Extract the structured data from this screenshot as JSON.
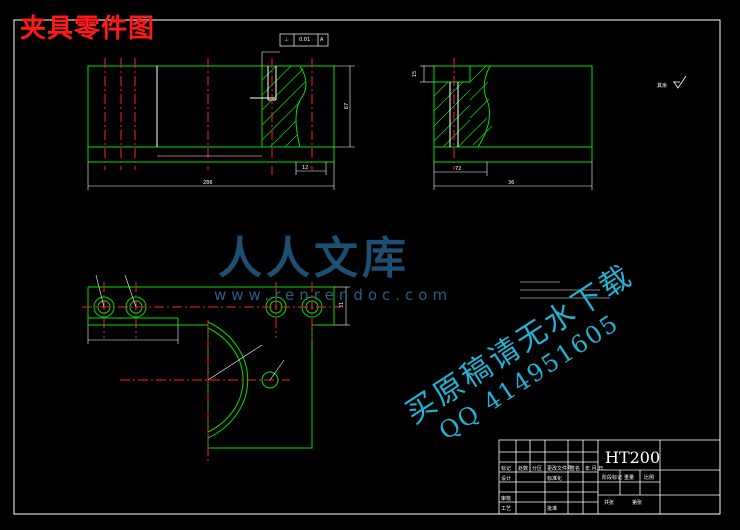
{
  "title": "夹具零件图",
  "tolerance": {
    "symbol": "⊥",
    "value": "0.01",
    "datum": "A"
  },
  "roughness_note": "其余",
  "dimensions": {
    "front_height": "67",
    "front_bottom_mid": "12",
    "front_overall": "286",
    "side_step": "15",
    "side_left": "72",
    "side_right": "36",
    "plan_height": "31"
  },
  "watermark": {
    "logo": "人人文库",
    "url": "www.renrendoc.com",
    "promo_line1": "买原稿请无水下载",
    "promo_line2": "QQ 414951605"
  },
  "title_block": {
    "material": "HT200",
    "cells": [
      "标记",
      "处数",
      "分区",
      "更改文件号",
      "签名",
      "年.月.日",
      "设计",
      "标准化",
      "审核",
      "工艺",
      "批准",
      "阶段标记",
      "重量",
      "比例",
      "共张",
      "第张"
    ]
  }
}
